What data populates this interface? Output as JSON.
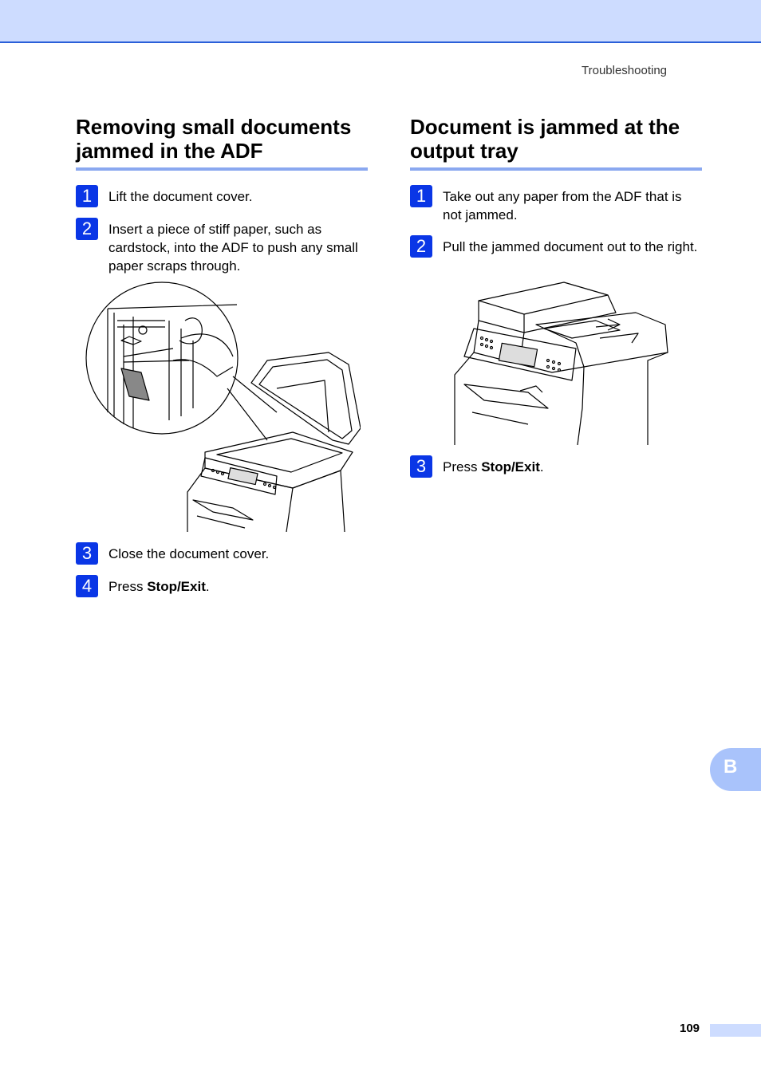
{
  "header": {
    "running_head": "Troubleshooting"
  },
  "left_section": {
    "heading": "Removing small documents jammed in the ADF",
    "steps": [
      {
        "number": "1",
        "text": "Lift the document cover."
      },
      {
        "number": "2",
        "text": "Insert a piece of stiff paper, such as cardstock, into the ADF to push any small paper scraps through."
      },
      {
        "number": "3",
        "text": "Close the document cover."
      },
      {
        "number": "4",
        "prefix": "Press ",
        "bold": "Stop/Exit",
        "suffix": "."
      }
    ]
  },
  "right_section": {
    "heading": "Document is jammed at the output tray",
    "steps": [
      {
        "number": "1",
        "text": "Take out any paper from the ADF that is not jammed."
      },
      {
        "number": "2",
        "text": "Pull the jammed document out to the right."
      },
      {
        "number": "3",
        "prefix": "Press ",
        "bold": "Stop/Exit",
        "suffix": "."
      }
    ]
  },
  "side_tab": {
    "letter": "B"
  },
  "footer": {
    "page_number": "109"
  },
  "colors": {
    "accent_blue": "#0a36e6",
    "header_band": "#cddcff",
    "heading_rule": "#8aa8f0",
    "side_tab": "#a9c3fb"
  }
}
